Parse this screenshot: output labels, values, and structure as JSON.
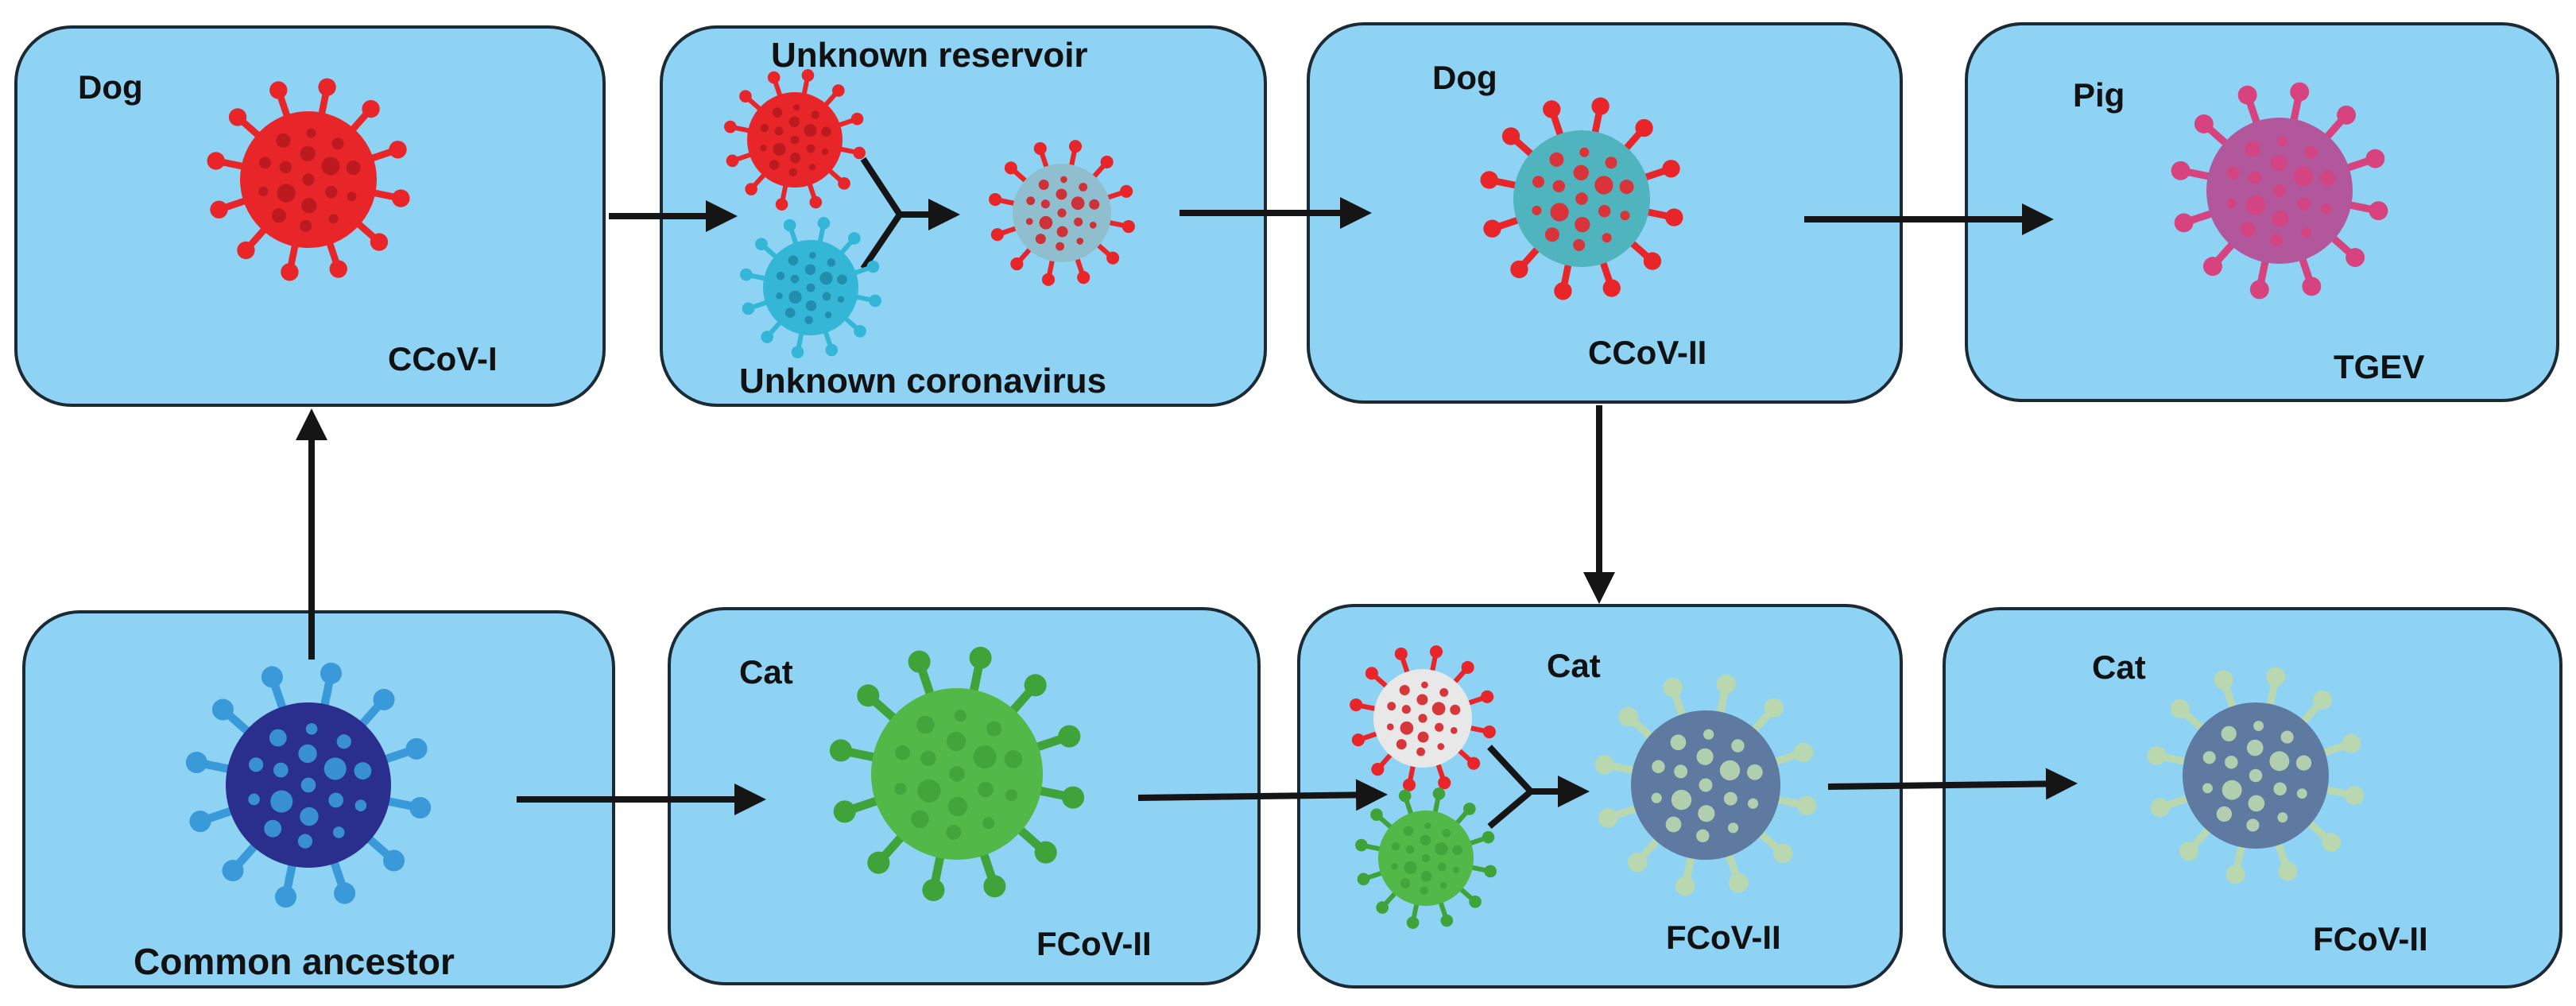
{
  "colors": {
    "panel_fill": "#8fd3f4",
    "panel_stroke": "#1c2a33",
    "arrow": "#151515",
    "virus_red": "#e8262a",
    "virus_cyan": "#34b6d6",
    "virus_green": "#52b848",
    "virus_navy": "#2a2f8e",
    "virus_blue_spikes": "#3a9ad9",
    "virus_slate": "#5f7aa0",
    "virus_sage": "#b9d8b0",
    "virus_magenta": "#b2579c",
    "virus_pink_spikes": "#d6437f"
  },
  "panels": [
    {
      "id": "ccov1",
      "host": "Dog",
      "virus": "CCoV-I",
      "icon": "red-coronavirus-icon"
    },
    {
      "id": "recomb1",
      "top_label": "Unknown reservoir",
      "bottom_label": "Unknown coronavirus",
      "icons": [
        "red-coronavirus-icon",
        "cyan-coronavirus-icon",
        "recombinant-red-cyan-coronavirus-icon"
      ]
    },
    {
      "id": "ccov2",
      "host": "Dog",
      "virus": "CCoV-II",
      "icon": "red-teal-coronavirus-icon"
    },
    {
      "id": "tgev",
      "host": "Pig",
      "virus": "TGEV",
      "icon": "magenta-coronavirus-icon"
    },
    {
      "id": "ancestor",
      "label": "Common ancestor",
      "icon": "navy-coronavirus-icon"
    },
    {
      "id": "fcov1",
      "host": "Cat",
      "virus": "FCoV-II",
      "icon": "green-coronavirus-icon"
    },
    {
      "id": "recomb2",
      "host": "Cat",
      "virus": "FCoV-II",
      "icons": [
        "red-coronavirus-icon",
        "green-coronavirus-icon",
        "slate-coronavirus-icon"
      ]
    },
    {
      "id": "fcov3",
      "host": "Cat",
      "virus": "FCoV-II",
      "icon": "slate-coronavirus-icon"
    }
  ]
}
